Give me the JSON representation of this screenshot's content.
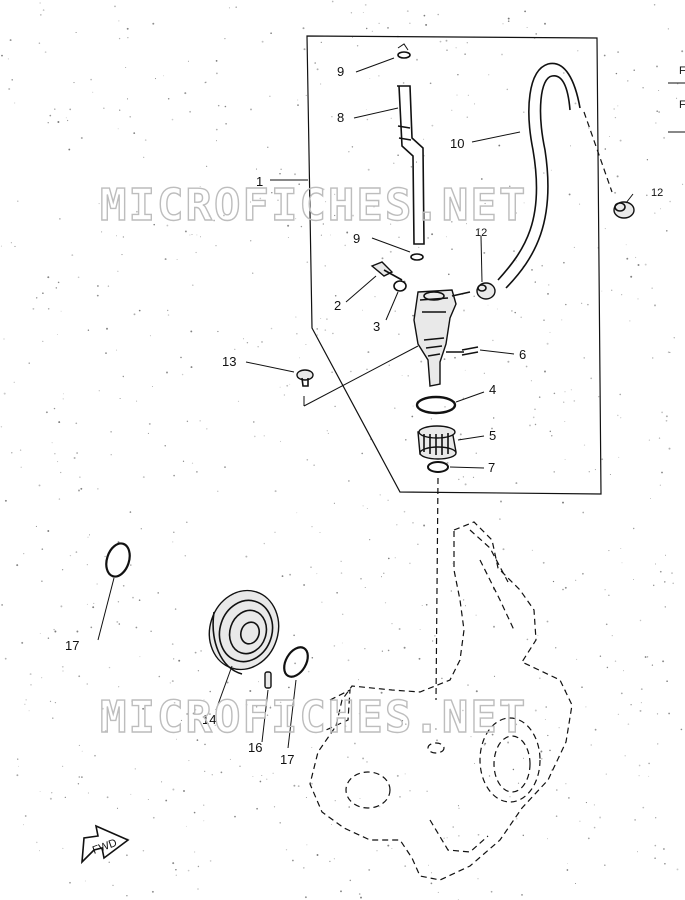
{
  "watermark_text": "MICROFICHES.NET",
  "direction_label": "FWD",
  "corner_marks": [
    "F",
    "F"
  ],
  "callouts": {
    "c1": "1",
    "c2": "2",
    "c3": "3",
    "c4": "4",
    "c5": "5",
    "c6": "6",
    "c7": "7",
    "c8": "8",
    "c9a": "9",
    "c9b": "9",
    "c10": "10",
    "c12a": "12",
    "c12b": "12",
    "c13": "13",
    "c14": "14",
    "c16": "16",
    "c17a": "17",
    "c17b": "17"
  }
}
